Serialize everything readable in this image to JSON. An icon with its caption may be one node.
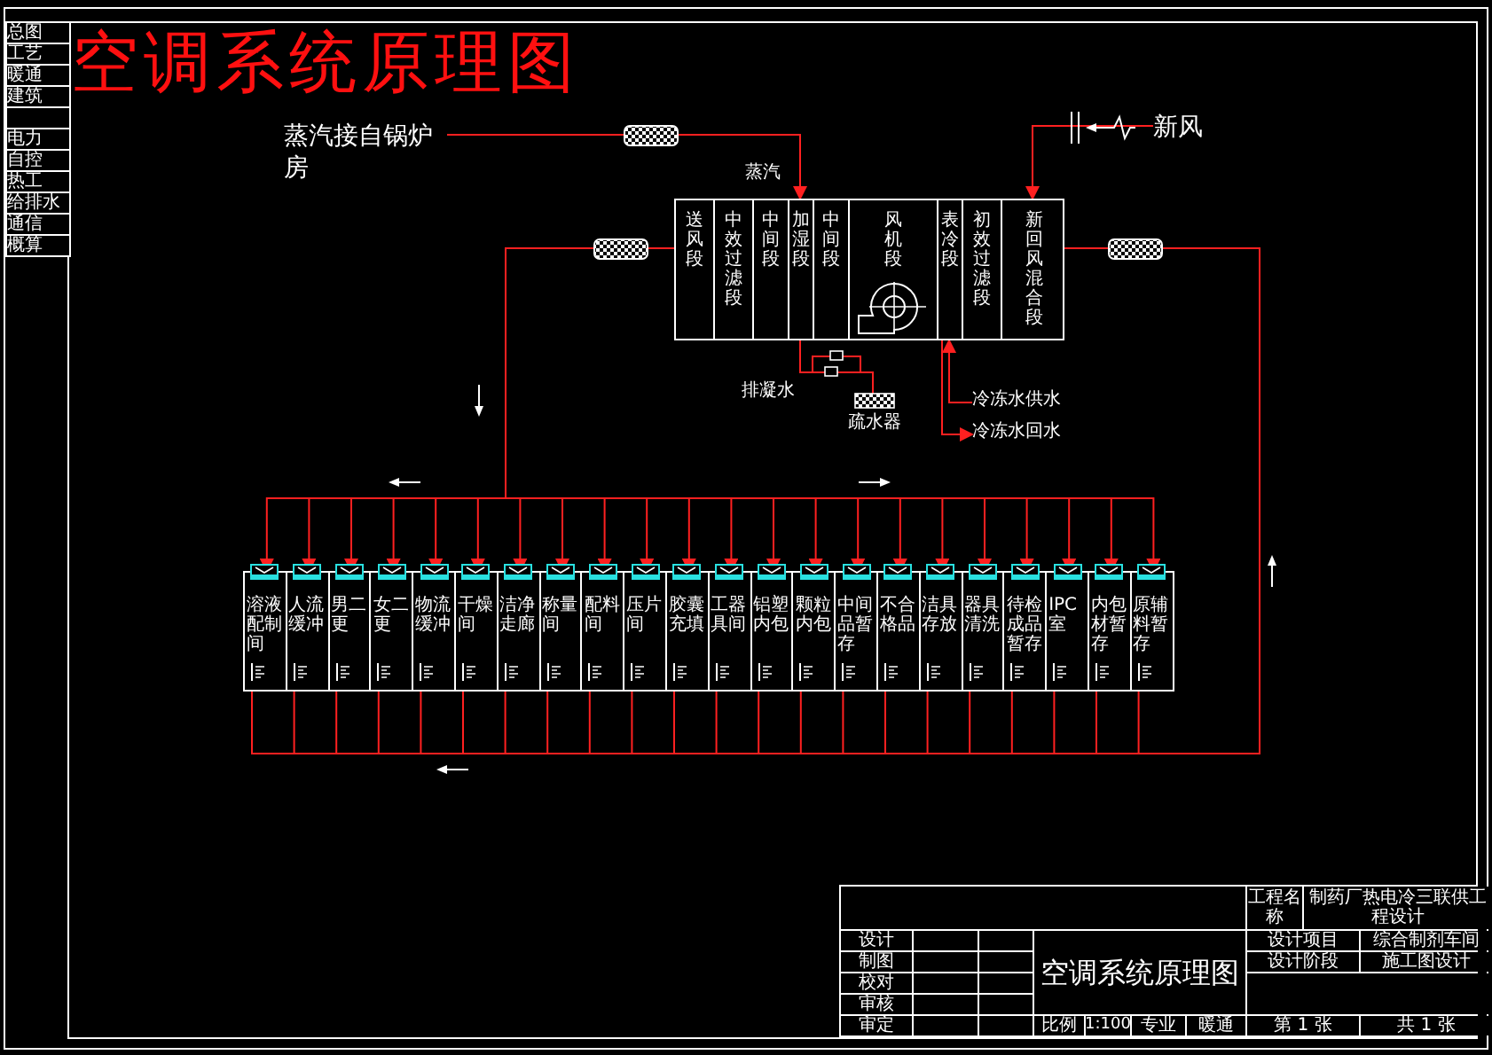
{
  "diagram": {
    "title": "空调系统原理图",
    "nodes": [
      {
        "text": [],
        "shape": "box"
      },
      {
        "text": [
          "送风段"
        ],
        "in": 0
      },
      {
        "text": [
          "中效过滤段"
        ],
        "in": 0
      },
      {
        "text": [
          "中间段"
        ],
        "in": 0
      },
      {
        "text": [
          "加湿段"
        ],
        "in": 0
      },
      {
        "text": [
          "中间段"
        ],
        "in": 0
      },
      {
        "text": [
          "风机段"
        ],
        "in": 0
      },
      {
        "text": [
          "表冷段"
        ],
        "in": 0
      },
      {
        "text": [
          "初效过滤段"
        ],
        "in": 0
      },
      {
        "text": [
          "新回风混合段"
        ],
        "in": 0
      },
      {
        "text": [
          "蒸汽接自锅炉房"
        ]
      },
      {
        "text": [
          "新风"
        ]
      },
      {
        "text": [
          "冷冻水供水"
        ]
      },
      {
        "text": [
          "冷冻水回水"
        ]
      },
      {
        "text": [
          "溶液配制间"
        ]
      },
      {
        "text": [
          "人流缓冲"
        ]
      },
      {
        "text": [
          "男二更"
        ]
      },
      {
        "text": [
          "女二更"
        ]
      },
      {
        "text": [
          "物流缓冲"
        ]
      },
      {
        "text": [
          "干燥间"
        ]
      },
      {
        "text": [
          "洁净走廊"
        ]
      },
      {
        "text": [
          "称量间"
        ]
      },
      {
        "text": [
          "配料间"
        ]
      },
      {
        "text": [
          "压片间"
        ]
      },
      {
        "text": [
          "胶囊充填"
        ]
      },
      {
        "text": [
          "工器具间"
        ]
      },
      {
        "text": [
          "铝塑内包"
        ]
      },
      {
        "text": [
          "颗粒内包"
        ]
      },
      {
        "text": [
          "中间品暂存"
        ]
      },
      {
        "text": [
          "不合格品"
        ]
      },
      {
        "text": [
          "洁具存放"
        ]
      },
      {
        "text": [
          "器具清洗"
        ]
      },
      {
        "text": [
          "待检成品暂存"
        ]
      },
      {
        "text": [
          "IPC室"
        ]
      },
      {
        "text": [
          "内包材暂存"
        ]
      },
      {
        "text": [
          "原辅料暂存"
        ]
      }
    ],
    "edges": [
      {
        "from": 10,
        "to": 4,
        "arrow": "to"
      },
      {
        "from": 11,
        "to": 9,
        "arrow": "to"
      },
      {
        "from": 12,
        "to": 7,
        "arrow": "to"
      },
      {
        "from": 7,
        "to": 13,
        "arrow": "to"
      },
      {
        "from": 1,
        "to": 14,
        "arrow": "to"
      },
      {
        "from": 1,
        "to": 15,
        "arrow": "to"
      },
      {
        "from": 1,
        "to": 16,
        "arrow": "to"
      },
      {
        "from": 1,
        "to": 17,
        "arrow": "to"
      },
      {
        "from": 1,
        "to": 18,
        "arrow": "to"
      },
      {
        "from": 1,
        "to": 19,
        "arrow": "to"
      },
      {
        "from": 1,
        "to": 20,
        "arrow": "to"
      },
      {
        "from": 1,
        "to": 21,
        "arrow": "to"
      },
      {
        "from": 1,
        "to": 22,
        "arrow": "to"
      },
      {
        "from": 1,
        "to": 23,
        "arrow": "to"
      },
      {
        "from": 1,
        "to": 24,
        "arrow": "to"
      },
      {
        "from": 1,
        "to": 25,
        "arrow": "to"
      },
      {
        "from": 1,
        "to": 26,
        "arrow": "to"
      },
      {
        "from": 1,
        "to": 27,
        "arrow": "to"
      },
      {
        "from": 1,
        "to": 28,
        "arrow": "to"
      },
      {
        "from": 1,
        "to": 29,
        "arrow": "to"
      },
      {
        "from": 1,
        "to": 30,
        "arrow": "to"
      },
      {
        "from": 1,
        "to": 31,
        "arrow": "to"
      },
      {
        "from": 1,
        "to": 32,
        "arrow": "to"
      },
      {
        "from": 1,
        "to": 33,
        "arrow": "to"
      },
      {
        "from": 1,
        "to": 34,
        "arrow": "to"
      },
      {
        "from": 1,
        "to": 35,
        "arrow": "to"
      },
      {
        "from": 14,
        "to": 9,
        "arrow": "none"
      },
      {
        "from": 15,
        "to": 9,
        "arrow": "none"
      },
      {
        "from": 16,
        "to": 9,
        "arrow": "none"
      },
      {
        "from": 17,
        "to": 9,
        "arrow": "none"
      },
      {
        "from": 18,
        "to": 9,
        "arrow": "none"
      },
      {
        "from": 19,
        "to": 9,
        "arrow": "none"
      },
      {
        "from": 20,
        "to": 9,
        "arrow": "none"
      },
      {
        "from": 21,
        "to": 9,
        "arrow": "none"
      },
      {
        "from": 22,
        "to": 9,
        "arrow": "none"
      },
      {
        "from": 23,
        "to": 9,
        "arrow": "none"
      },
      {
        "from": 24,
        "to": 9,
        "arrow": "none"
      },
      {
        "from": 25,
        "to": 9,
        "arrow": "none"
      },
      {
        "from": 26,
        "to": 9,
        "arrow": "none"
      },
      {
        "from": 27,
        "to": 9,
        "arrow": "none"
      },
      {
        "from": 28,
        "to": 9,
        "arrow": "none"
      },
      {
        "from": 29,
        "to": 9,
        "arrow": "none"
      },
      {
        "from": 30,
        "to": 9,
        "arrow": "none"
      },
      {
        "from": 31,
        "to": 9,
        "arrow": "none"
      },
      {
        "from": 32,
        "to": 9,
        "arrow": "none"
      },
      {
        "from": 33,
        "to": 9,
        "arrow": "none"
      },
      {
        "from": 34,
        "to": 9,
        "arrow": "none"
      },
      {
        "from": 35,
        "to": 9,
        "arrow": "none"
      }
    ],
    "labels": [
      "蒸汽",
      "排凝水",
      "疏水器",
      "总图",
      "工艺",
      "暖通",
      "建筑",
      "电力",
      "自控",
      "热工",
      "给排水",
      "通信",
      "概算",
      "工程名称",
      "制药厂热电冷三联供工程设计",
      "设计",
      "空调系统原理图",
      "设计项目",
      "综合制剂车间",
      "制图",
      "设计阶段",
      "施工图设计",
      "校对",
      "审核",
      "审定",
      "比例",
      "1:100",
      "专业",
      "暖通",
      "第 1 张",
      "共 1 张"
    ]
  }
}
